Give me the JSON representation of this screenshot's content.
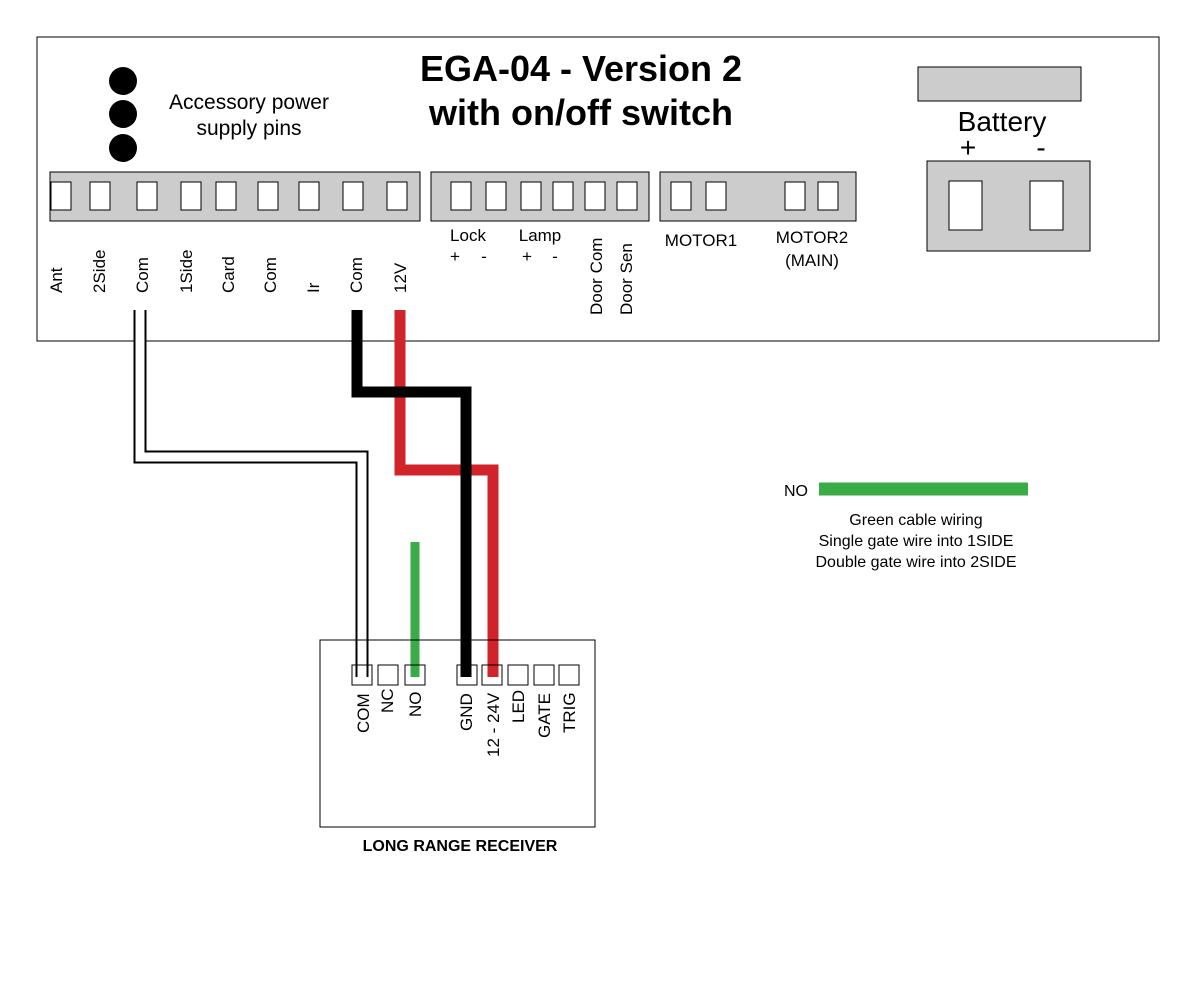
{
  "title_line1": "EGA-04 - Version 2",
  "title_line2": "with on/off switch",
  "accessory_line1": "Accessory power",
  "accessory_line2": "supply pins",
  "battery_label": "Battery",
  "battery_plus": "+",
  "battery_minus": "-",
  "main_terminal_pins": [
    "Ant",
    "2Side",
    "Com",
    "1Side",
    "Card",
    "Com",
    "Ir",
    "Com",
    "12V"
  ],
  "lock_label": "Lock",
  "lock_plus": "+",
  "lock_minus": "-",
  "lamp_label": "Lamp",
  "lamp_plus": "+",
  "lamp_minus": "-",
  "door_com": "Door Com",
  "door_sen": "Door Sen",
  "motor1": "MOTOR1",
  "motor2_line1": "MOTOR2",
  "motor2_line2": "(MAIN)",
  "legend_no": "NO",
  "legend_line1": "Green cable wiring",
  "legend_line2": "Single gate wire into 1SIDE",
  "legend_line3": "Double gate wire into 2SIDE",
  "receiver_pins": [
    "COM",
    "NC",
    "NO",
    "GND",
    "12 - 24V",
    "LED",
    "GATE",
    "TRIG"
  ],
  "receiver_label": "LONG RANGE RECEIVER",
  "colors": {
    "red_wire": "#d0232a",
    "black_wire": "#000000",
    "green_wire": "#3aab47",
    "white_wire": "#ffffff",
    "terminal_grey": "#cccccc"
  }
}
